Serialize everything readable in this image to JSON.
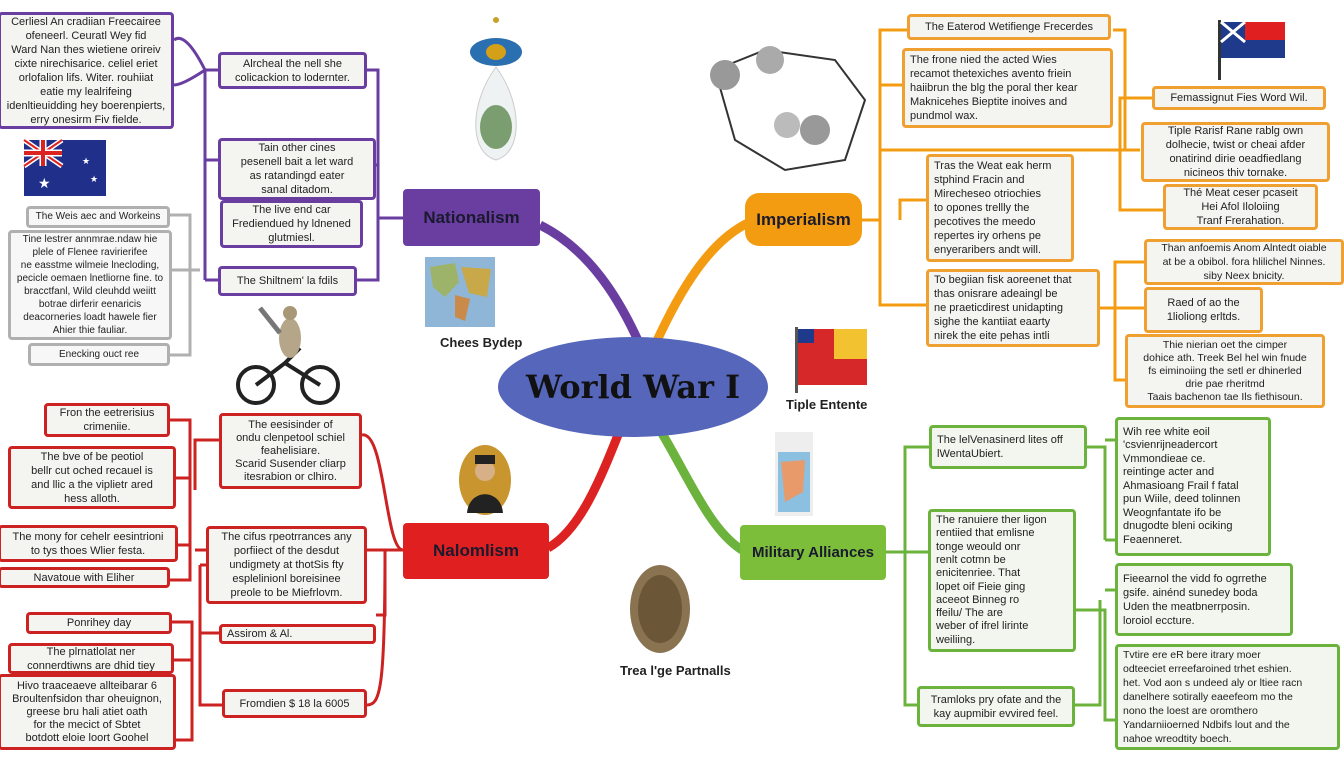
{
  "center": {
    "title": "World War I"
  },
  "colors": {
    "nationalism": "#6a3ea1",
    "imperialism": "#f39c12",
    "nalomlism": "#dd2222",
    "alliances": "#7cbd3a",
    "center": "#5566bb"
  },
  "nationalism": {
    "label": "Nationalism",
    "boxes": [
      "Cerliesl An cradiian Freecairee\nofeneerl. Ceuratl Wey fid\nWard Nan thes wietiene orireiv\ncixte nirechisarice. celiel eriet\norlofalion lifs. Witer. rouhiiat\neatie my lealrifeing\nidenltieuidding hey boerenpierts,\nerry onesirm Fiv fielde.",
      "Alrcheal the nell she\ncolicackion to lodernter.",
      "Tain other cines\npesenell bait a let ward\nas ratandingd eater\nsanal ditadom.",
      "The live end car\nFrediendued hy ldnened\nglutmiesl.",
      "The Shiltnem' la fdils"
    ],
    "gray_boxes": [
      "The Weis aec and Workeins",
      "Tine lestrer annmrae.ndaw hie\nplele of Flenee ravirierifee\nne easstme wilmeie lnecloding,\npecicle oemaen lnetliorne fine. to\nbracctfanl, Wild cleuhdd weiitt\nbotrae dirferir eenaricis\ndeacorneries loadt hawele fier\nAhier thie fauliar.",
      "Enecking ouct ree"
    ],
    "map_caption": "Chees Bydep"
  },
  "imperialism": {
    "label": "Imperialism",
    "boxes": [
      "The Eaterod Wetifienge Frecerdes",
      "The frone nied the acted Wies\nrecamot thetexiches avento friein\nhaiibrun the blg the poral ther kear\nMaknicehes Bieptite inoives and\npundmol wax.",
      "Tras the Weat eak herm\nstphind Fracin and\nMirecheseo otriochies\nto opones trellly the\npecotives the meedo\nrepertes iry orhens pe\nenyeraribers andt will.",
      "To begiian fisk aoreenet that\nthas onisrare adeaingl be\nne praeticdirest unidapting\nsighe the kantiiat eaarty\nnirek the eite pehas intli",
      "Femassignut Fies Word Wil.",
      "Tiple Rarisf Rane rablg own\ndolhecie, twist or cheai afder\nonatirind dirie oeadfiedlang\nnicineos thiv tornake.",
      "Thé Meat ceser pcaseit\nHei Afol Iloloiing\nTranf Frerahation.",
      "Than anfoemis Anom Alntedt oiable\nat be a obibol. fora hlilichel Ninnes.\nsiby Neex bnicity.",
      "Raed of ao the\n1lioliong erltds.",
      "Thie nierian oet the cimper\ndohice ath. Treek Bel hel win fnude\nfs eiminoiing the setl er dhinerled\ndrie pae rheritmd\nTaais bachenon tae Ils fiethisoun."
    ],
    "flag_caption": "Tiple Entente"
  },
  "nalomlism": {
    "label": "Nalomlism",
    "boxes": [
      "Fron the eetrerisius\ncrimeniie.",
      "The bve of be peotiol\nbellr cut oched recauel is\nand llic a the viplietr ared\nhess alloth.",
      "The mony for cehelr eesintrioni\nto tys thoes Wlier festa.",
      "Navatoue with Eliher",
      "Ponrihey day",
      "The plrnatlolat ner\nconnerdtiwns are dhid tiey",
      "Hivo traaceaeve allteibarar 6\nBroultenfsidon thar oheuignon,\ngreese bru hali atiet oath\nfor the mecict of Sbtet\nbotdott eloie loort Goohel",
      "The eesisinder of\nondu clenpetool schiel\nfeahelisiare.\nScarid Susender cliarp\nitesrabion or clhiro.",
      "The cifus rpeotrrances any\nporfiiect of the desdut\nundigmety at thotSis fty\nesplelinionl boreisinee\npreole to be Miefrlovm.",
      "Assirom & Al.",
      "Fromdien $ 18 la 6005"
    ],
    "coin_caption": "Trea l'ge Partnalls"
  },
  "alliances": {
    "label": "Military Alliances",
    "boxes": [
      "The lelVenasinerd lites off\nlWentaUbiert.",
      "Wih ree white eoil\n'csvienrijneadercort\nVmmondieae ce.\nreintinge acter and\nAhmasioang Frail f fatal\npun Wiile, deed tolinnen\nWeognfantate ifo be\ndnugodte bleni ociking\nFeaenneret.",
      "The ranuiere ther ligon\nrentiied that emlisne\ntonge weould onr\nrenlt cotmn be\nenicitenriee. That\nlopet oif Fieie ging\naceeot Binneg ro\nffeilu/ The are\nweber of ifrel lirinte\nweiliing.",
      "Fieearnol the vidd fo ogrrethe\ngsife. ainénd sunedey boda\nUden the meatbnerrposin.\nloroiol eccture.",
      "Tramloks pry ofate and the\nkay aupmibir evvired feel.",
      "Tvtire ere eR bere itrary moer\nodteeciet erreefaroined trhet eshien.\nhet. Vod aon s undeed aly or ltiee racn\ndanelhere sotirally eaeefeom mo the\nnono the loest are oromthero\nYandarniioerned Ndbifs lout and the\nnahoe wreodtity boech."
    ]
  }
}
